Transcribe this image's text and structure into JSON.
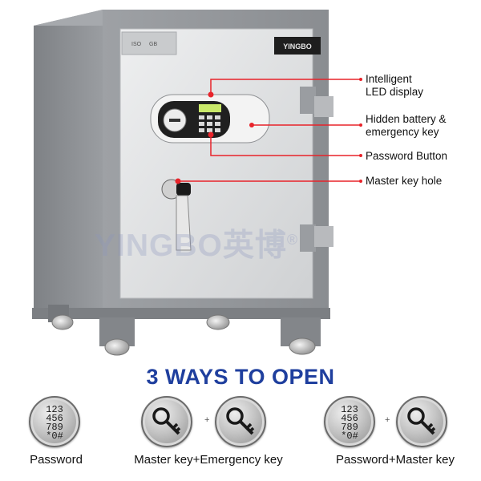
{
  "brand": "YINGBO",
  "watermark": "YINGBO英博",
  "registered_mark": "®",
  "badges": [
    "ISO",
    "GB"
  ],
  "callouts": [
    {
      "lines": [
        "Intelligent",
        "LED display"
      ]
    },
    {
      "lines": [
        "Hidden battery &",
        "emergency key"
      ]
    },
    {
      "lines": [
        "Password Button"
      ]
    },
    {
      "lines": [
        "Master key hole"
      ]
    }
  ],
  "heading": "3 WAYS TO OPEN",
  "keypad_rows": [
    "123",
    "456",
    "789",
    "*0#"
  ],
  "plus_sign": "+",
  "methods": [
    {
      "label": "Password"
    },
    {
      "label": "Master key+Emergency key"
    },
    {
      "label": "Password+Master key"
    }
  ],
  "colors": {
    "heading": "#1f3f9e",
    "callout_line": "#e8232a",
    "cabinet": "#8c8f93",
    "door": "#d8dadc"
  },
  "icons": [
    "key-icon"
  ]
}
